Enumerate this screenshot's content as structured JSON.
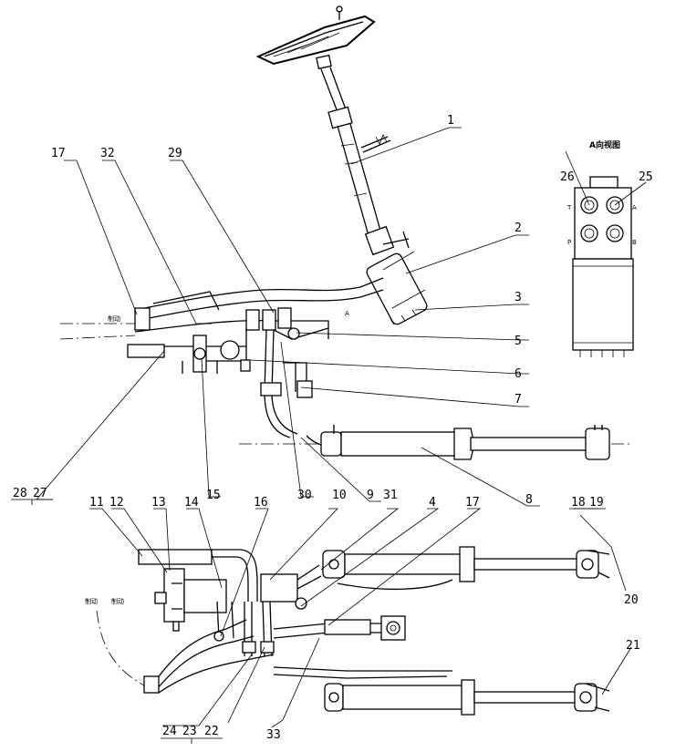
{
  "callouts": [
    {
      "id": "c1",
      "text": "1"
    },
    {
      "id": "c2",
      "text": "2"
    },
    {
      "id": "c3",
      "text": "3"
    },
    {
      "id": "c5",
      "text": "5"
    },
    {
      "id": "c6",
      "text": "6"
    },
    {
      "id": "c7",
      "text": "7"
    },
    {
      "id": "c8",
      "text": "8"
    },
    {
      "id": "c9",
      "text": "9"
    },
    {
      "id": "c10",
      "text": "10"
    },
    {
      "id": "c11",
      "text": "11"
    },
    {
      "id": "c12",
      "text": "12"
    },
    {
      "id": "c13",
      "text": "13"
    },
    {
      "id": "c14",
      "text": "14"
    },
    {
      "id": "c15",
      "text": "15"
    },
    {
      "id": "c16",
      "text": "16"
    },
    {
      "id": "c17a",
      "text": "17"
    },
    {
      "id": "c17b",
      "text": "17"
    },
    {
      "id": "c18",
      "text": "18"
    },
    {
      "id": "c19",
      "text": "19"
    },
    {
      "id": "c20",
      "text": "20"
    },
    {
      "id": "c21",
      "text": "21"
    },
    {
      "id": "c22",
      "text": "22"
    },
    {
      "id": "c23",
      "text": "23"
    },
    {
      "id": "c24",
      "text": "24"
    },
    {
      "id": "c25",
      "text": "25"
    },
    {
      "id": "c26",
      "text": "26"
    },
    {
      "id": "c27",
      "text": "27"
    },
    {
      "id": "c28",
      "text": "28"
    },
    {
      "id": "c29",
      "text": "29"
    },
    {
      "id": "c30",
      "text": "30"
    },
    {
      "id": "c31",
      "text": "31"
    },
    {
      "id": "c32",
      "text": "32"
    },
    {
      "id": "c33",
      "text": "33"
    },
    {
      "id": "c4",
      "text": "4"
    }
  ],
  "detail_view": {
    "title": "A向视图",
    "ports": {
      "t": "T",
      "a": "A",
      "p": "P",
      "b": "B"
    }
  },
  "tags": {
    "upper_left": "制动",
    "port_a": "A",
    "lower_left_1": "制动",
    "lower_left_2": "制动"
  }
}
